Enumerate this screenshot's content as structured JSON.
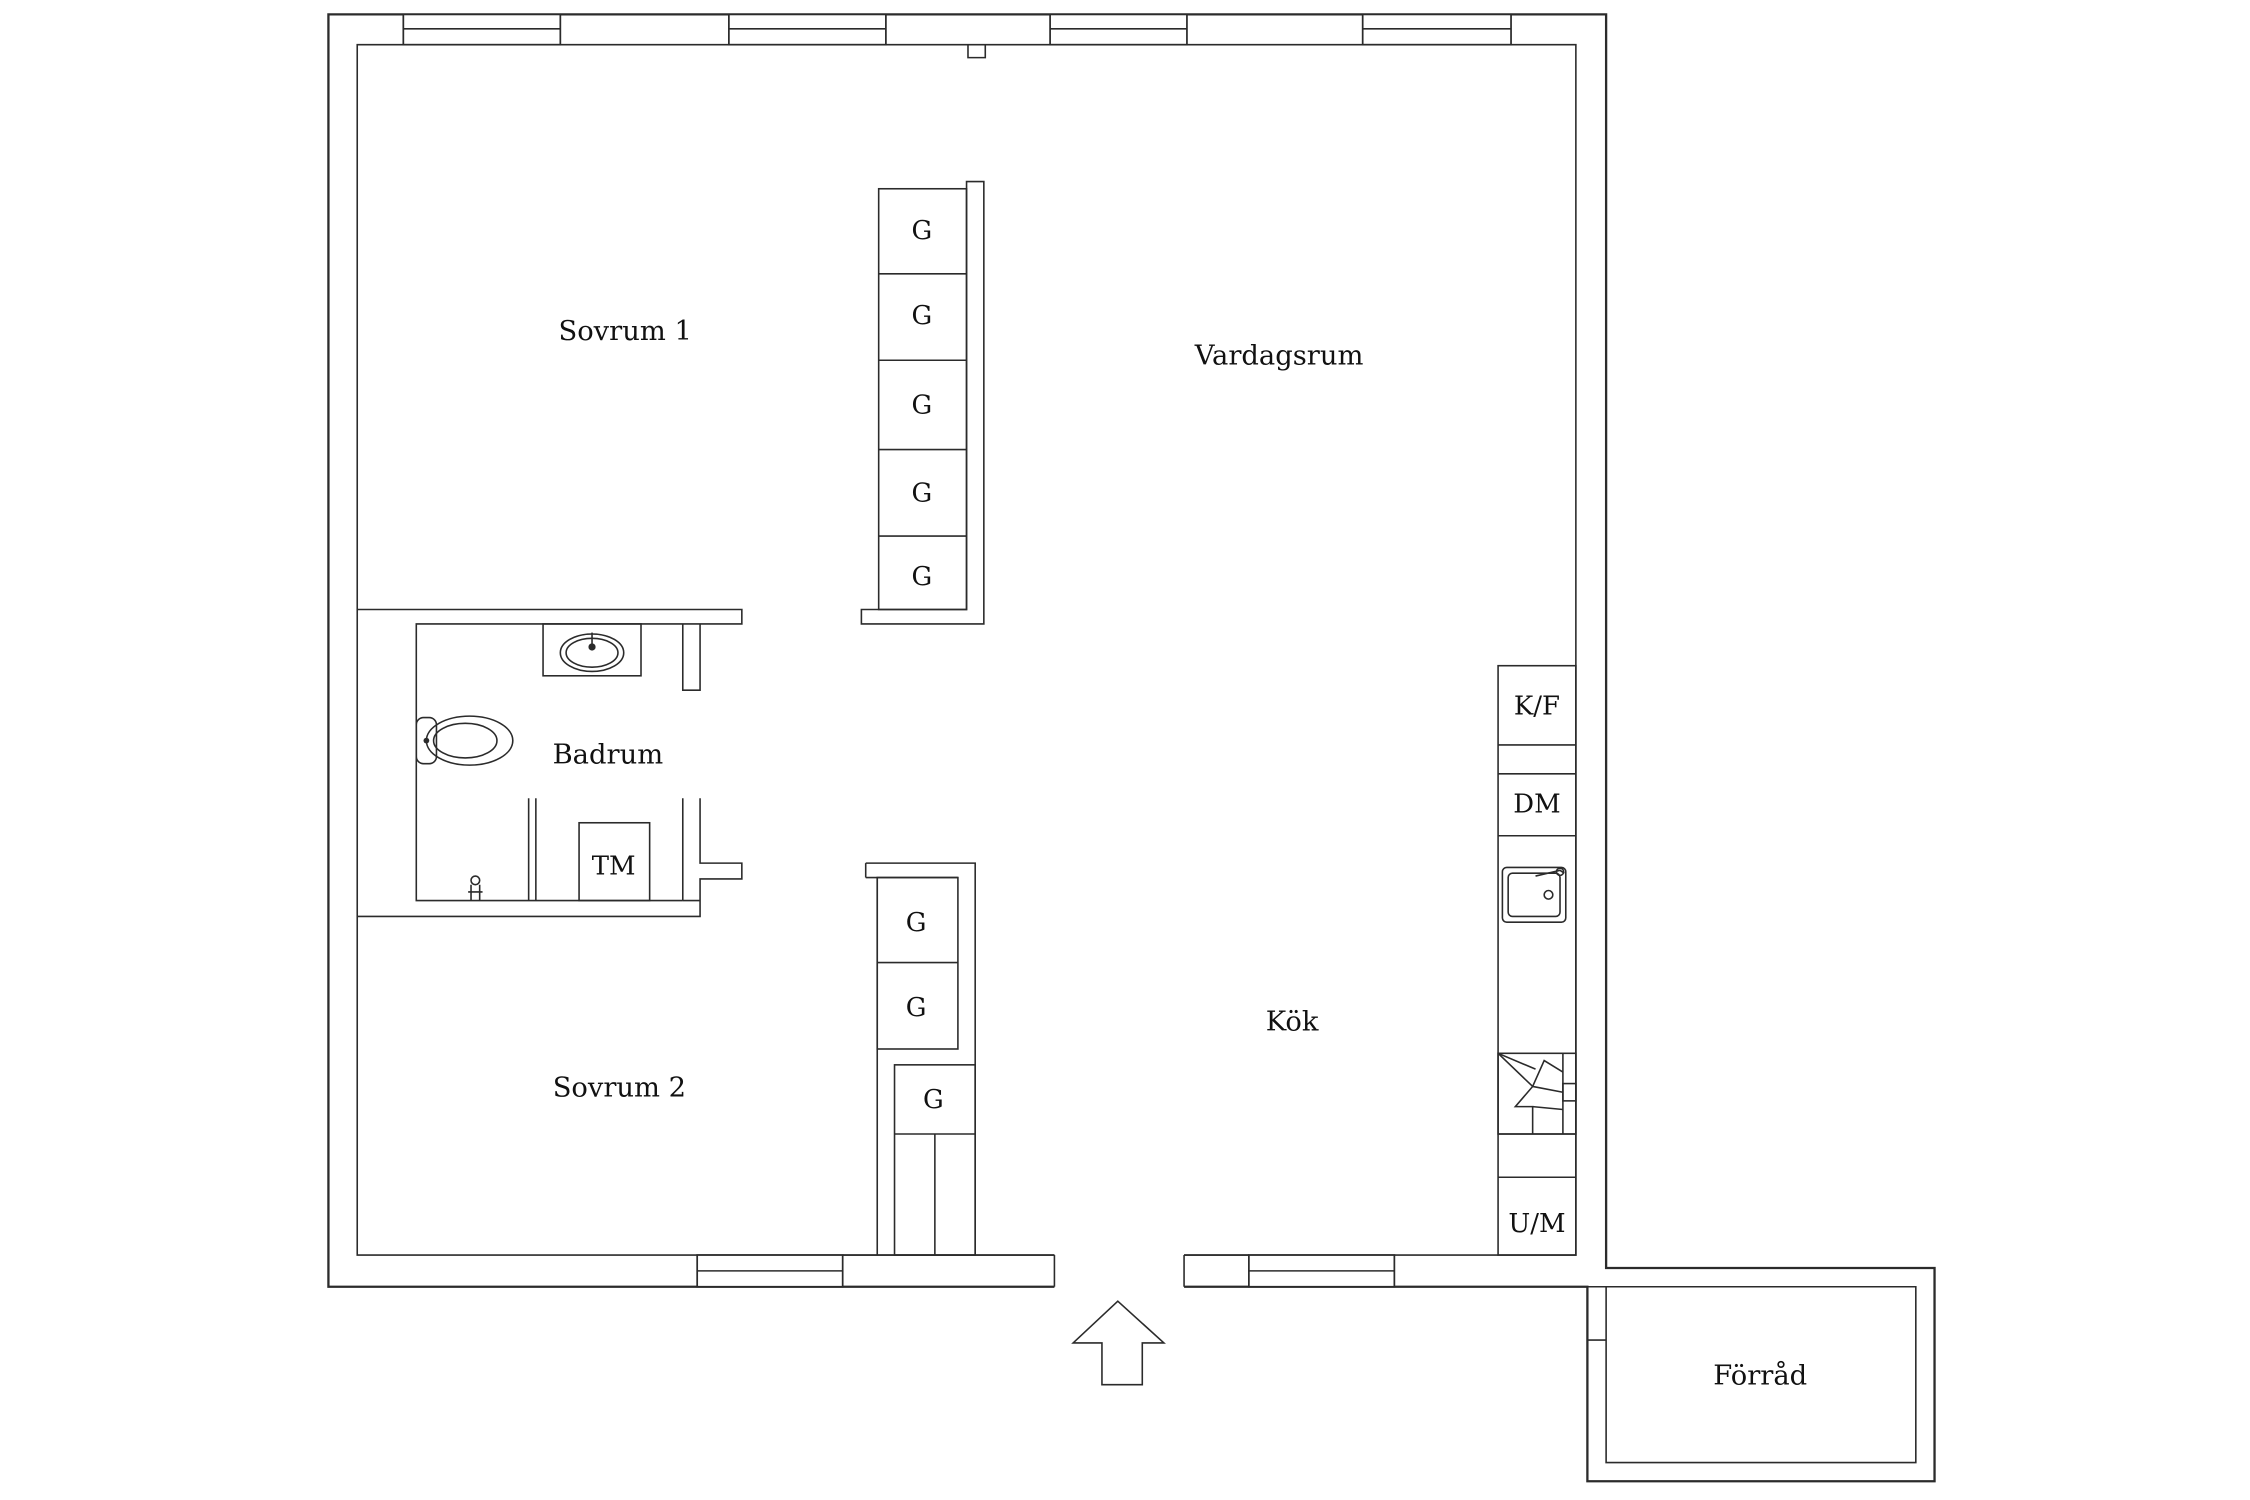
{
  "rooms": {
    "sovrum1": "Sovrum 1",
    "vardagsrum": "Vardagsrum",
    "badrum": "Badrum",
    "sovrum2": "Sovrum 2",
    "kok": "Kök",
    "forrad": "Förråd"
  },
  "fixtures": {
    "wardrobe": "G",
    "tm": "TM",
    "kf": "K/F",
    "dm": "DM",
    "um": "U/M"
  },
  "symbols": {
    "entrance": "arrow-up-icon",
    "sink": "sink-icon",
    "toilet": "toilet-icon",
    "kitchen_sink": "kitchen-sink-icon",
    "stove": "stove-icon",
    "floor_drain": "floor-drain-icon"
  }
}
